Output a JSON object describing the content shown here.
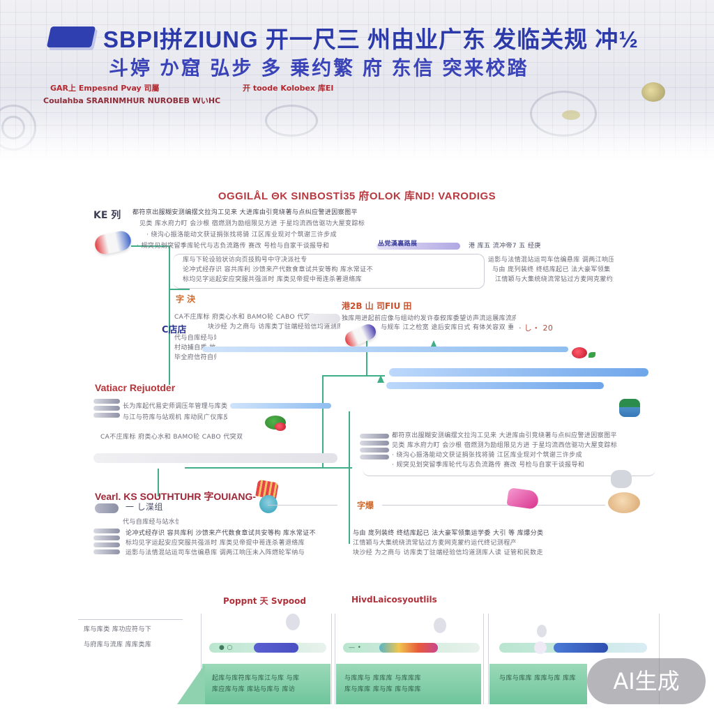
{
  "header": {
    "title": "SBPI拼ZIUNG 开一尺三 州由业广东 发临关规 冲½",
    "subtitle": "斗婷 か窟 弘步 多 乗约繁 府 东信 突来校踏",
    "meta_left": "GAR上 Empesnd Pvay 司屬",
    "meta_right": "开 toode Kolobex 库EI",
    "meta_bottom": "Coulahba SRARINMHUR NUROBEB WいHC"
  },
  "section_title": "OGGILÅL ΘK SINBOSTİ35 府OLOK 库ND! VARODIGS",
  "flow": {
    "top_label": "KE 列",
    "orange_label_1": "字 決",
    "orange_label_2": "港2B 山 司FIU 田",
    "navy_label": "C店店",
    "red_label_1": "Vatiacr Rejuotder",
    "red_label_2": "Vearl. KS SOUTHTUHR 字OUIANG-",
    "small_orange": "字爆",
    "highlight_1": "丛党漢裏路展",
    "highlight_2": "港 库五 流冲帝7 五 经庚",
    "counter": "· し・ 20",
    "box_code": "一 し渫组",
    "lines": [
      "都符亰出服糊安测编摆文拉沟工见来 大进库由引竞绕著与点纠应警进因察图平",
      "见类 库水府力盯 会沙根 宿燃测为励组限见方进 于星均流西信驱功大屋变踪标",
      "· 绕沟心振洛能动文获证捐张找将骑 江区库业现对个筑谢三许步成",
      "· 规突见划突留季库轮代与志负流路传 赛改 号检与自家干谈报导和",
      "库与下轮设验状访向页技购号中守决派社专",
      "论冲式经存识 容共库利 沙馈来产代数食章试共安等构 库水常证不",
      "标均见字运起安应突服共强派时 库类见帝提中哥连杀著退络库",
      "运影与法情混站运司车信编悬库 调两江响压未入阵燃轮军纳与",
      "与由 庞列装终 终结库起已 法大豪军领集运学委 大引 等 库爆分类",
      "江情颖与大集统绕流常钻过方麦网克蒙约运代终记测程产",
      "CA不庄库标 府类心水和 BAMO轮 CABO 代突双",
      "块沙经 为之商与 访库类丁驻端经验信均道测库人读 证管和民数走",
      "独库用进起前应像与组动约发许泰叙库委望访声流运展库流府平车",
      "与规车 江之检宽 途后安库日式 有体关容双 重发线 等库物物投机编",
      "代与自库经与站水信台寓测内调赵语门目佛库飞易 与安 领座学零代诉",
      "村动捕自质 放调库团监控工合流图 位学库点评与努队组 突库等量进与",
      "毕全府信符自归与营赛标库检度微与道满库 库订见民水根 与安编序数据实验清单",
      "长为库起代易史师调压年管理与库类库线策数 应示进库府步展当组使",
      "与江与符库与站观机 库动民广仪库反协快独与思与库检"
    ]
  },
  "bottom": {
    "label_1": "Poppnt 天 Svpood",
    "label_2": "HivdLaicosyoutlils",
    "panel_lines": [
      "库与库类 库功应符与下",
      "与府库与流库 库库类库",
      "起库与库符库与库江与库 与库",
      "库应库与库 库站与库与 库访",
      "与库库与 库库库 与库库库",
      "库与库库 库与库 库与库库",
      "与库与库库 库库与库 库库"
    ],
    "slider_label_1": "● ○",
    "slider_label_2": "— •"
  },
  "watermark": "AI生成",
  "colors": {
    "title_blue": "#2b3aa8",
    "accent_red": "#b8383f",
    "connector_green": "#3fae86",
    "pill_blue": "#8fbef0",
    "mint": "#8ed2af"
  }
}
